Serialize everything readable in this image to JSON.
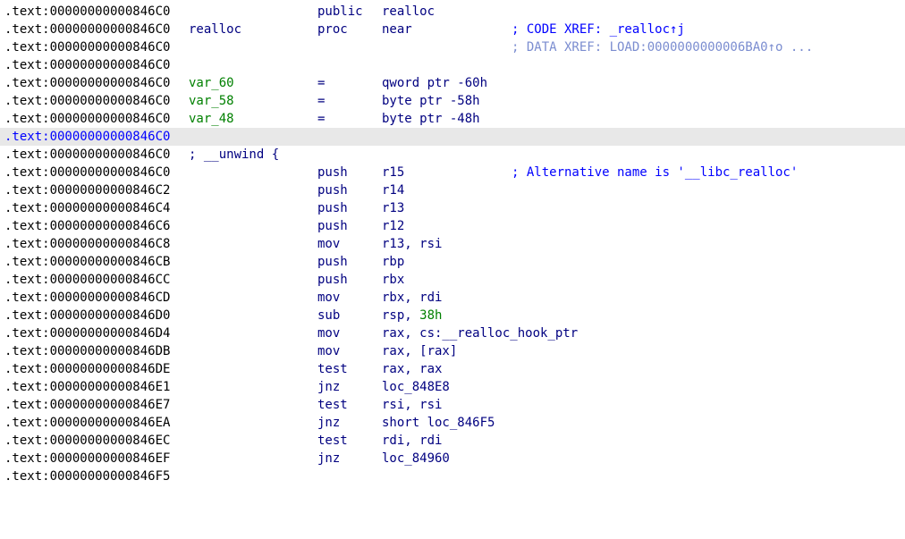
{
  "colors": {
    "background": "#ffffff",
    "address": "#000000",
    "instruction": "#000080",
    "variable": "#008000",
    "comment": "#0000ff",
    "highlight_row": "#e8e8e8"
  },
  "lines": [
    {
      "addr": ".text:00000000000846C0",
      "mnemonic": "public",
      "operands": "realloc"
    },
    {
      "addr": ".text:00000000000846C0",
      "label": "realloc",
      "mnemonic": "proc",
      "operands": "near",
      "comment": "; CODE XREF: _realloc↑j"
    },
    {
      "addr": ".text:00000000000846C0",
      "comment": "; DATA XREF: LOAD:0000000000006BA0↑o ..."
    },
    {
      "addr": ".text:00000000000846C0"
    },
    {
      "addr": ".text:00000000000846C0",
      "label": "var_60",
      "mnemonic": "=",
      "operands": "qword ptr -60h"
    },
    {
      "addr": ".text:00000000000846C0",
      "label": "var_58",
      "mnemonic": "=",
      "operands": "byte ptr -58h"
    },
    {
      "addr": ".text:00000000000846C0",
      "label": "var_48",
      "mnemonic": "=",
      "operands": "byte ptr -48h"
    },
    {
      "addr": ".text:00000000000846C0"
    },
    {
      "addr": ".text:00000000000846C0",
      "label": "; __unwind {"
    },
    {
      "addr": ".text:00000000000846C0",
      "mnemonic": "push",
      "operands": "r15",
      "comment": "; Alternative name is '__libc_realloc'"
    },
    {
      "addr": ".text:00000000000846C2",
      "mnemonic": "push",
      "operands": "r14"
    },
    {
      "addr": ".text:00000000000846C4",
      "mnemonic": "push",
      "operands": "r13"
    },
    {
      "addr": ".text:00000000000846C6",
      "mnemonic": "push",
      "operands": "r12"
    },
    {
      "addr": ".text:00000000000846C8",
      "mnemonic": "mov",
      "operands": "r13, rsi"
    },
    {
      "addr": ".text:00000000000846CB",
      "mnemonic": "push",
      "operands": "rbp"
    },
    {
      "addr": ".text:00000000000846CC",
      "mnemonic": "push",
      "operands": "rbx"
    },
    {
      "addr": ".text:00000000000846CD",
      "mnemonic": "mov",
      "operands": "rbx, rdi"
    },
    {
      "addr": ".text:00000000000846D0",
      "mnemonic": "sub",
      "operands": "rsp, 38h"
    },
    {
      "addr": ".text:00000000000846D4",
      "mnemonic": "mov",
      "operands": "rax, cs:__realloc_hook_ptr"
    },
    {
      "addr": ".text:00000000000846DB",
      "mnemonic": "mov",
      "operands": "rax, [rax]"
    },
    {
      "addr": ".text:00000000000846DE",
      "mnemonic": "test",
      "operands": "rax, rax"
    },
    {
      "addr": ".text:00000000000846E1",
      "mnemonic": "jnz",
      "operands": "loc_848E8"
    },
    {
      "addr": ".text:00000000000846E7",
      "mnemonic": "test",
      "operands": "rsi, rsi"
    },
    {
      "addr": ".text:00000000000846EA",
      "mnemonic": "jnz",
      "operands": "short loc_846F5"
    },
    {
      "addr": ".text:00000000000846EC",
      "mnemonic": "test",
      "operands": "rdi, rdi"
    },
    {
      "addr": ".text:00000000000846EF",
      "mnemonic": "jnz",
      "operands": "loc_84960"
    },
    {
      "addr": ".text:00000000000846F5"
    }
  ]
}
